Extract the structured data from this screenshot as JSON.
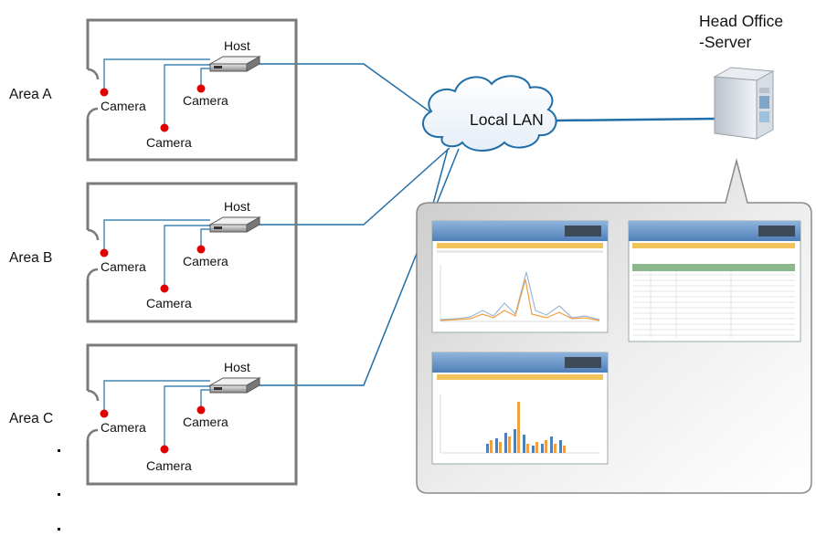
{
  "areas": [
    {
      "label": "Area A",
      "host": "Host",
      "cameras": [
        "Camera",
        "Camera",
        "Camera"
      ]
    },
    {
      "label": "Area B",
      "host": "Host",
      "cameras": [
        "Camera",
        "Camera",
        "Camera"
      ]
    },
    {
      "label": "Area C",
      "host": "Host",
      "cameras": [
        "Camera",
        "Camera",
        "Camera"
      ]
    }
  ],
  "network": {
    "label": "Local LAN"
  },
  "server": {
    "title_line1": "Head Office",
    "title_line2": "-Server"
  },
  "colors": {
    "link": "#1f6ea8",
    "camera_dot": "#e00000",
    "room_border": "#7a7a7a"
  }
}
